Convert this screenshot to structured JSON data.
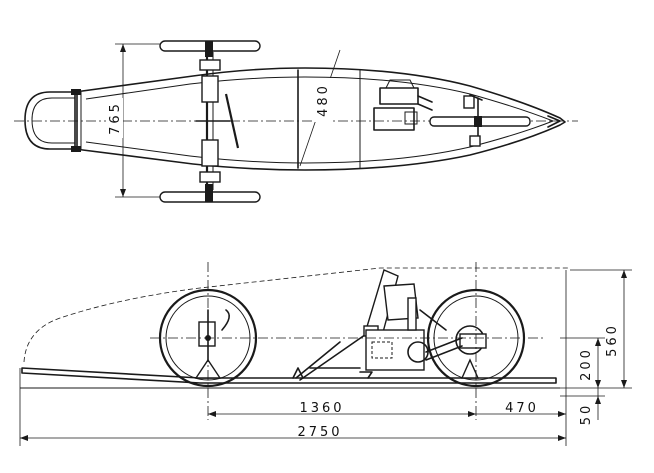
{
  "dimensions": {
    "top_width_front": "765",
    "top_width_mid": "480",
    "overall_length": "2750",
    "wheelbase": "1360",
    "rear_overhang": "470",
    "total_height": "560",
    "axle_height": "200",
    "ground_clearance": "50"
  }
}
